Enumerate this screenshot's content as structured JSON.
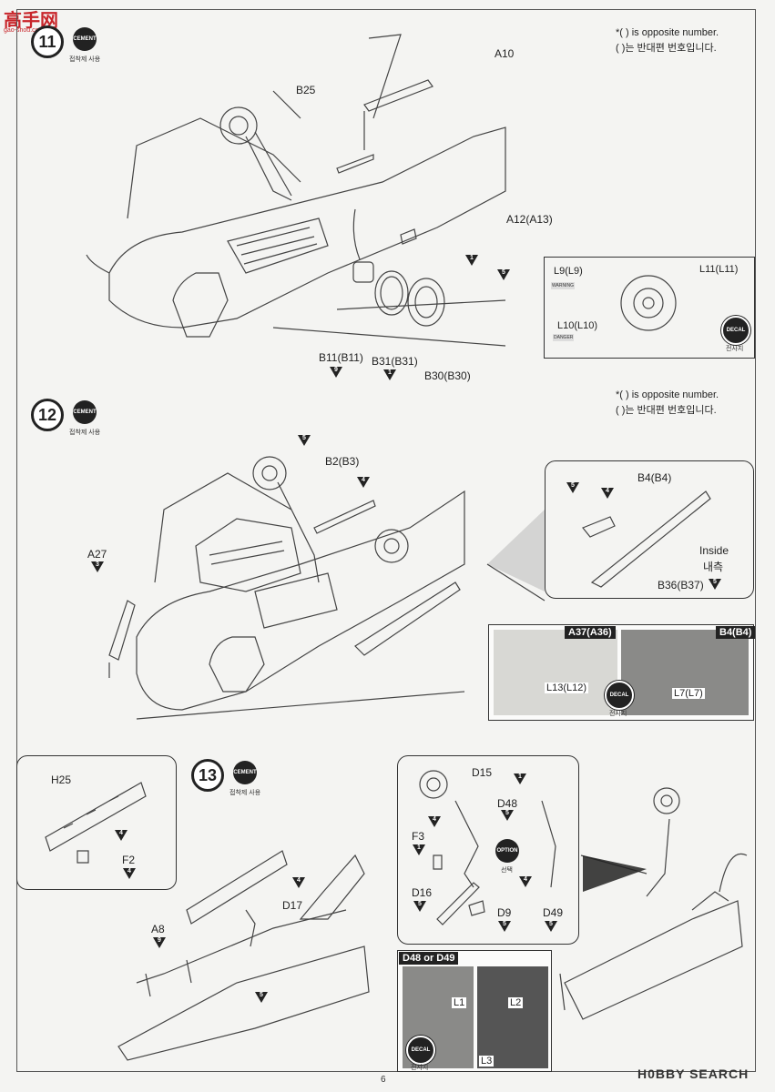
{
  "site": {
    "logo_text": "高手网",
    "logo_sub": "gao-shou.com",
    "watermark": "H0BBY SEARCH"
  },
  "page_number": "6",
  "cement": {
    "label": "CEMENT",
    "sub": "접착제 사용"
  },
  "note": {
    "line1": "*(   ) is opposite number.",
    "line2": "(   )는 반대편 번호입니다."
  },
  "step11": {
    "number": "11",
    "parts": {
      "a10": "A10",
      "b25": "B25",
      "a12": "A12(A13)",
      "b11": "B11(B11)",
      "b31": "B31(B31)",
      "b30": "B30(B30)"
    },
    "counts": {
      "b11": "9",
      "b31": "1",
      "b30": "1",
      "t1": "1",
      "t5": "5"
    },
    "decal_box": {
      "l9": "L9(L9)",
      "l11": "L11(L11)",
      "l10": "L10(L10)",
      "warning": "WARNING",
      "danger": "DANGER",
      "decal": "DECAL",
      "decal_sub": "전사지"
    }
  },
  "step12": {
    "number": "12",
    "parts": {
      "b2": "B2(B3)",
      "a27": "A27",
      "b4": "B4(B4)",
      "b36": "B36(B37)",
      "inside": "Inside",
      "inside_ko": "내측"
    },
    "counts": {
      "t5a": "5",
      "t4a": "4",
      "a27": "3",
      "t5b": "5",
      "t4b": "4",
      "b36": "5"
    },
    "photos": {
      "a37": "A37(A36)",
      "b4": "B4(B4)",
      "l13": "L13(L12)",
      "l7": "L7(L7)",
      "decal": "DECAL",
      "decal_sub": "전사지"
    }
  },
  "step13": {
    "number": "13",
    "parts": {
      "h25": "H25",
      "f2": "F2",
      "d17": "D17",
      "a8": "A8",
      "d15": "D15",
      "d48": "D48",
      "f3": "F3",
      "d16": "D16",
      "d9": "D9",
      "d49": "D49",
      "option": "OPTION",
      "option_sub": "선택"
    },
    "counts": {
      "h25": "4",
      "f2": "4",
      "d17": "4",
      "a8": "9",
      "t5": "5",
      "d15": "1",
      "d48": "5",
      "f3": "1",
      "d16": "5",
      "d9": "5",
      "d49": "5",
      "t4a": "4",
      "t4b": "4"
    },
    "photo": {
      "title": "D48 or D49",
      "l1": "L1",
      "l2": "L2",
      "l3": "L3",
      "decal": "DECAL",
      "decal_sub": "전사지"
    }
  }
}
